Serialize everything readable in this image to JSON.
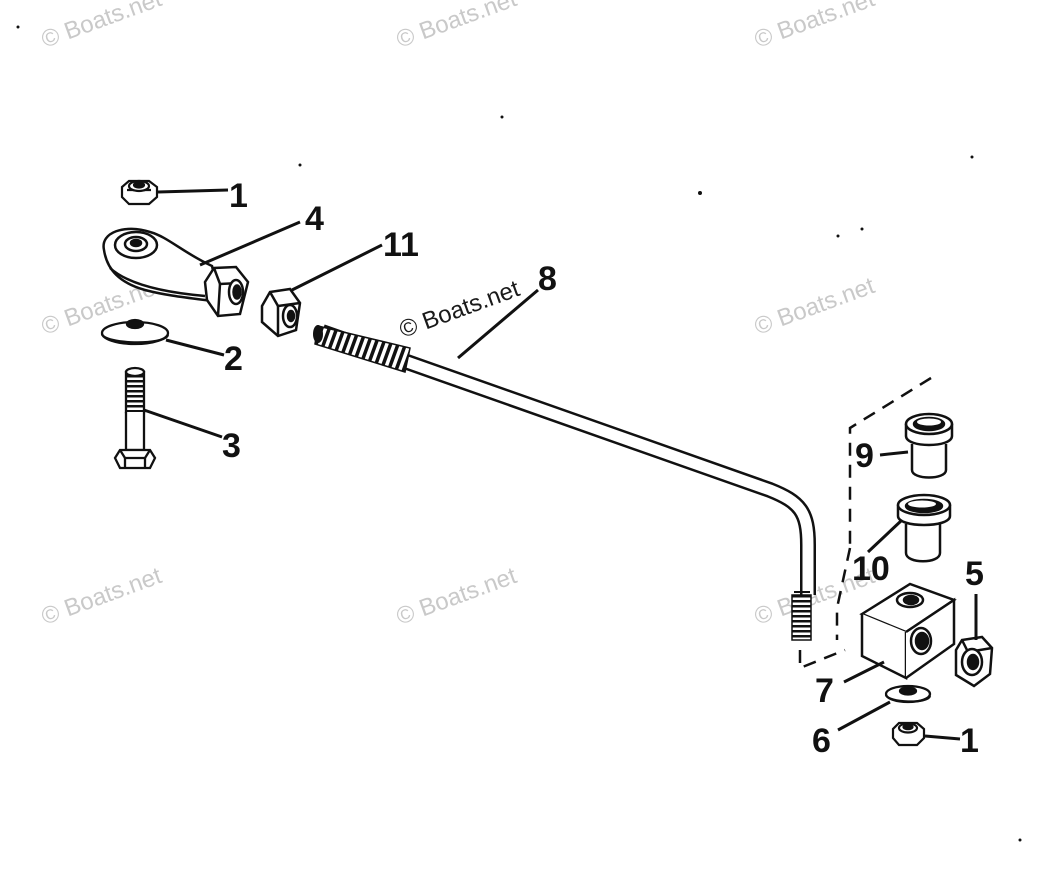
{
  "diagram": {
    "callouts": {
      "c1_top": "1",
      "c4": "4",
      "c11": "11",
      "c8": "8",
      "c2": "2",
      "c3": "3",
      "c9": "9",
      "c10": "10",
      "c5": "5",
      "c7": "7",
      "c6": "6",
      "c1_bottom": "1"
    },
    "watermark": {
      "text": "© Boats.net"
    }
  }
}
